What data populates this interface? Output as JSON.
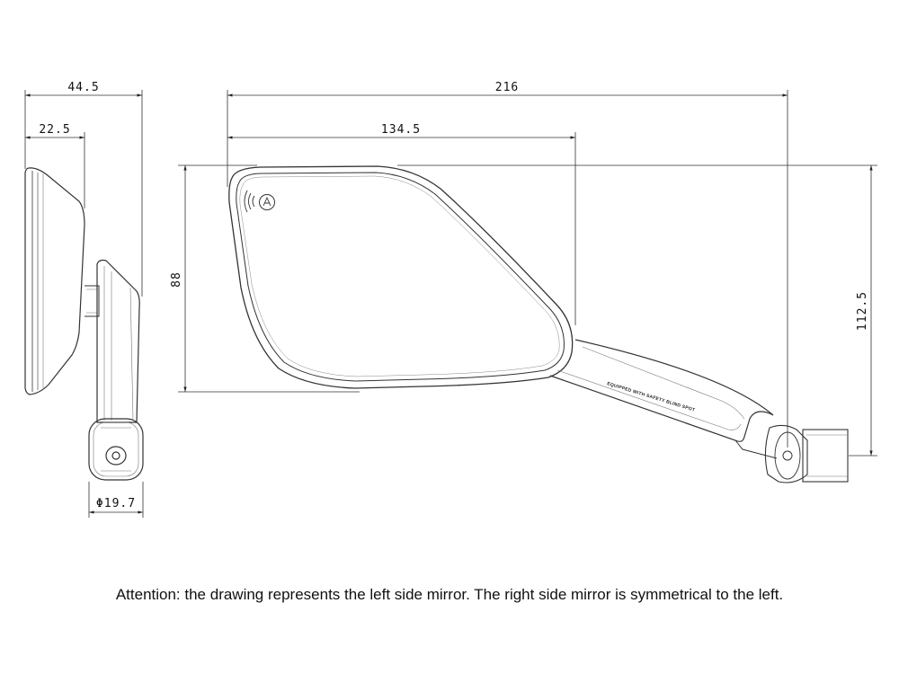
{
  "dimensions": {
    "side_overall_depth": "44.5",
    "side_glass_depth": "22.5",
    "diameter": "Φ19.7",
    "overall_width": "216",
    "glass_width": "134.5",
    "glass_height": "88",
    "overall_height": "112.5"
  },
  "arm_marking": "EQUIPPED WITH SAFETY BLIND SPOT",
  "note": "Attention: the drawing represents the left side mirror. The right side mirror is symmetrical to the left."
}
